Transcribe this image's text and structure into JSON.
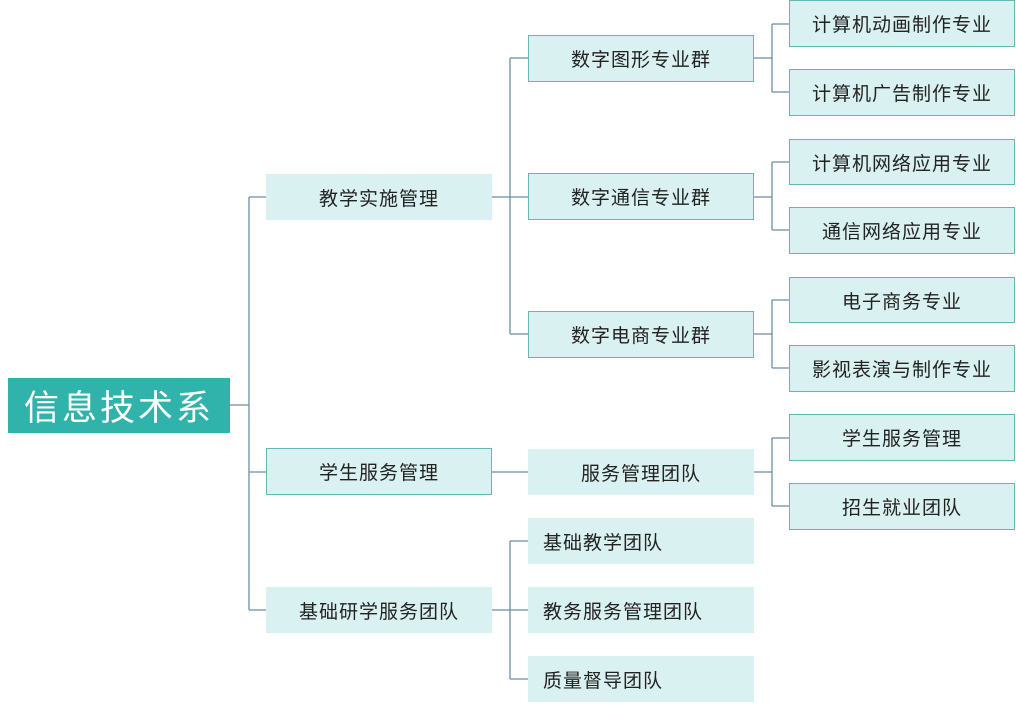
{
  "root": {
    "label": "信息技术系"
  },
  "level1": [
    {
      "label": "教学实施管理"
    },
    {
      "label": "学生服务管理"
    },
    {
      "label": "基础研学服务团队"
    }
  ],
  "level2": [
    {
      "label": "数字图形专业群"
    },
    {
      "label": "数字通信专业群"
    },
    {
      "label": "数字电商专业群"
    },
    {
      "label": "服务管理团队"
    },
    {
      "label": "基础教学团队"
    },
    {
      "label": "教务服务管理团队"
    },
    {
      "label": "质量督导团队"
    }
  ],
  "level3": [
    {
      "label": "计算机动画制作专业"
    },
    {
      "label": "计算机广告制作专业"
    },
    {
      "label": "计算机网络应用专业"
    },
    {
      "label": "通信网络应用专业"
    },
    {
      "label": "电子商务专业"
    },
    {
      "label": "影视表演与制作专业"
    },
    {
      "label": "学生服务管理"
    },
    {
      "label": "招生就业团队"
    }
  ],
  "colors": {
    "root_fill": "#2fb3aa",
    "node_fill": "#d9f1f0",
    "node_border": "#63b8b3",
    "connector": "#6b8ea3"
  }
}
